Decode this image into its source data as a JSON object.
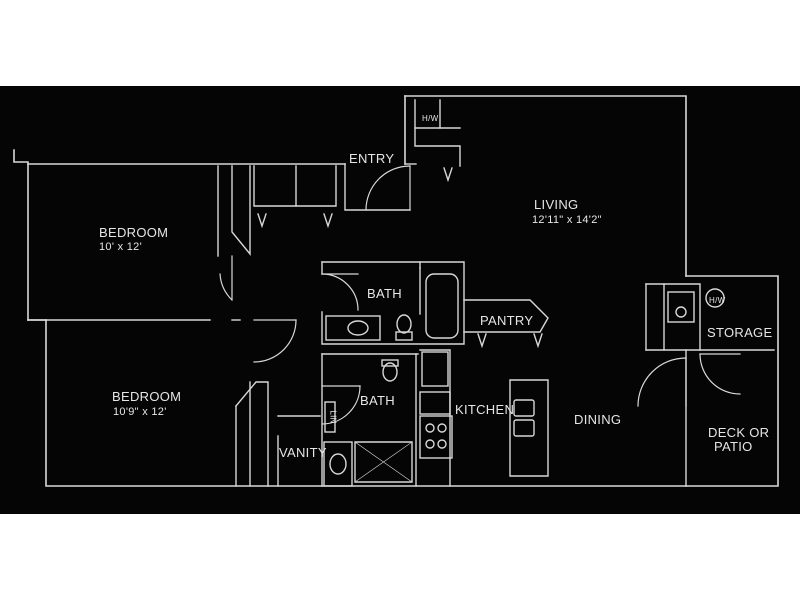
{
  "plan": {
    "colors": {
      "background": "#050505",
      "wall": "#d8d8d8",
      "page": "#ffffff"
    },
    "rooms": {
      "entry": {
        "name": "ENTRY"
      },
      "hw_top": {
        "name": "H/W"
      },
      "living": {
        "name": "LIVING",
        "dimensions": "12'11\" x 14'2\""
      },
      "bedroom1": {
        "name": "BEDROOM",
        "dimensions": "10' x 12'"
      },
      "bedroom2": {
        "name": "BEDROOM",
        "dimensions": "10'9\" x 12'"
      },
      "bath1": {
        "name": "BATH"
      },
      "bath2": {
        "name": "BATH"
      },
      "pantry": {
        "name": "PANTRY"
      },
      "kitchen": {
        "name": "KITCHEN"
      },
      "dining": {
        "name": "DINING"
      },
      "storage": {
        "name": "STORAGE"
      },
      "hw_storage": {
        "name": "H/W"
      },
      "deck": {
        "name_line1": "DECK OR",
        "name_line2": "PATIO"
      },
      "vanity": {
        "name": "VANITY"
      },
      "laundry": {
        "name": "LIN"
      }
    }
  }
}
